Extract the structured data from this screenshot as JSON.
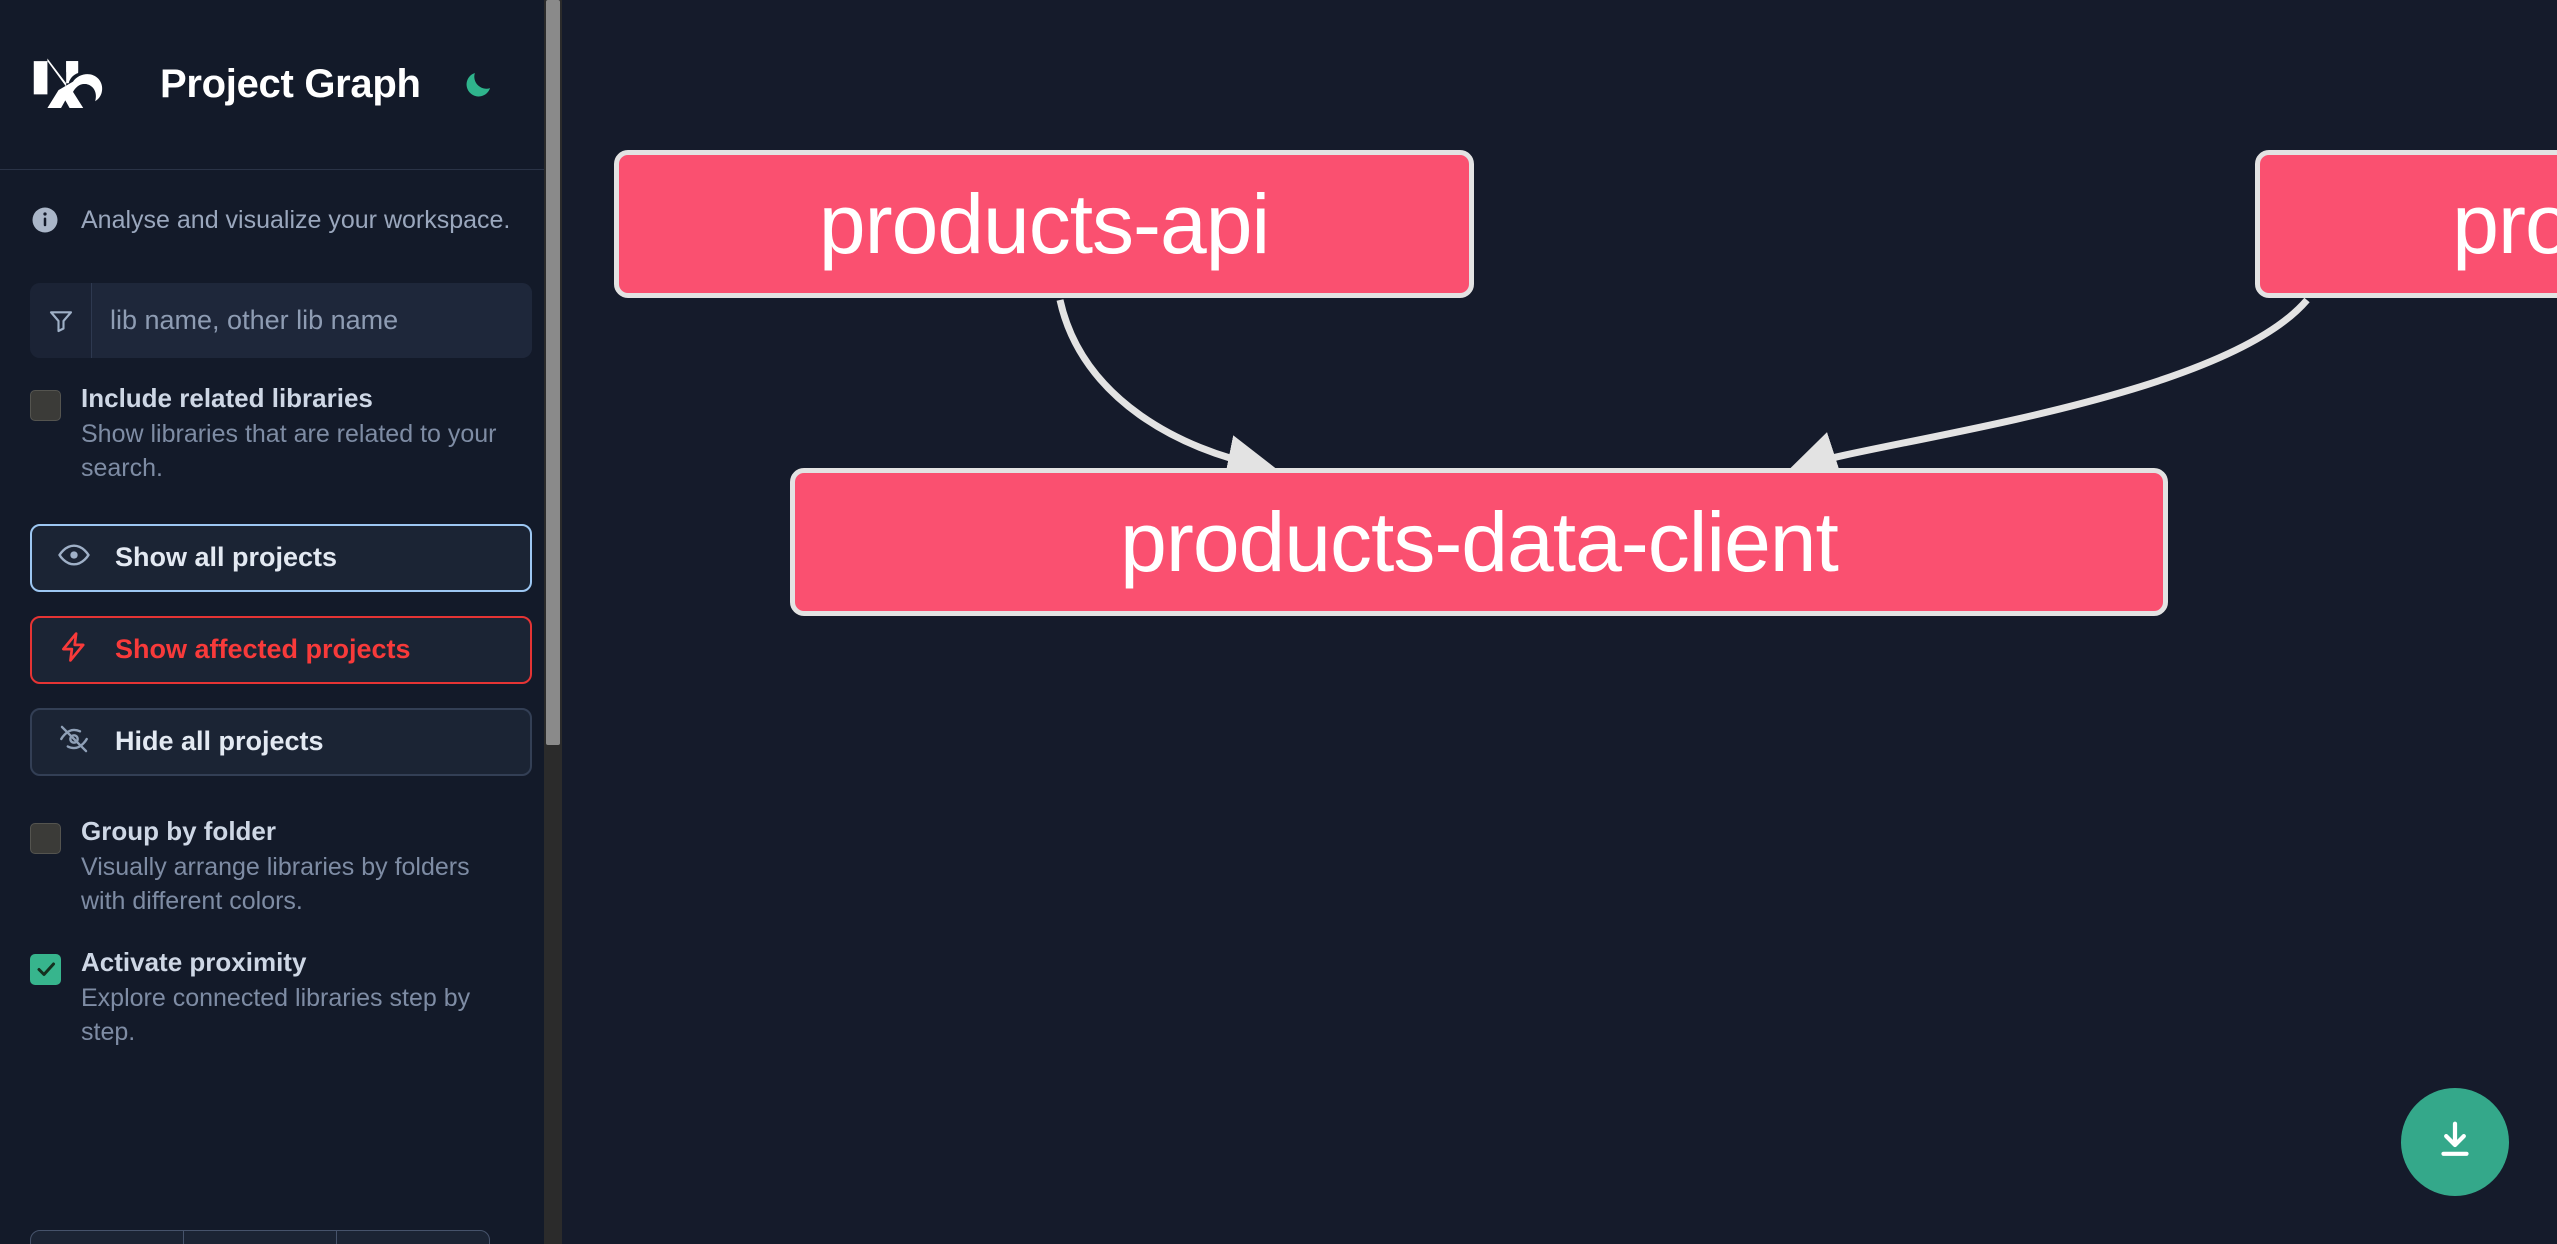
{
  "header": {
    "logo_icon": "nx-logo-icon",
    "title": "Project Graph",
    "theme_toggle_icon": "moon-icon"
  },
  "sidebar": {
    "tagline": {
      "icon": "info-icon",
      "text": "Analyse and visualize your workspace."
    },
    "search": {
      "icon": "filter-funnel-icon",
      "value": "",
      "placeholder": "lib name, other lib name"
    },
    "checkboxes": [
      {
        "name": "include-related-libraries",
        "label": "Include related libraries",
        "description": "Show libraries that are related to your search.",
        "checked": false
      },
      {
        "name": "group-by-folder",
        "label": "Group by folder",
        "description": "Visually arrange libraries by folders with different colors.",
        "checked": false
      },
      {
        "name": "activate-proximity",
        "label": "Activate proximity",
        "description": "Explore connected libraries step by step.",
        "checked": true
      }
    ],
    "buttons": [
      {
        "name": "show-all-projects",
        "label": "Show all projects",
        "icon": "eye-icon",
        "style": "primary"
      },
      {
        "name": "show-affected-projects",
        "label": "Show affected projects",
        "icon": "lightning-bolt-icon",
        "style": "danger"
      },
      {
        "name": "hide-all-projects",
        "label": "Hide all projects",
        "icon": "eye-off-icon",
        "style": "muted"
      }
    ]
  },
  "canvas": {
    "nodes": [
      {
        "id": "products-api",
        "label": "products-api"
      },
      {
        "id": "products-cli",
        "label": "products-cli"
      },
      {
        "id": "products-data-client",
        "label": "products-data-client"
      }
    ],
    "edges": [
      {
        "from": "products-api",
        "to": "products-data-client"
      },
      {
        "from": "products-cli",
        "to": "products-data-client"
      }
    ],
    "download_button": {
      "name": "download-graph-button",
      "icon": "download-icon"
    }
  },
  "colors": {
    "node_fill": "#FA5070",
    "node_border": "#E3E3E3",
    "edge": "#E3E3E3",
    "accent_green": "#34A88A",
    "danger_red": "#F83A3A",
    "focus_blue": "#9DC7F2",
    "canvas_bg": "#151B2B",
    "sidebar_bg": "#131A29"
  }
}
